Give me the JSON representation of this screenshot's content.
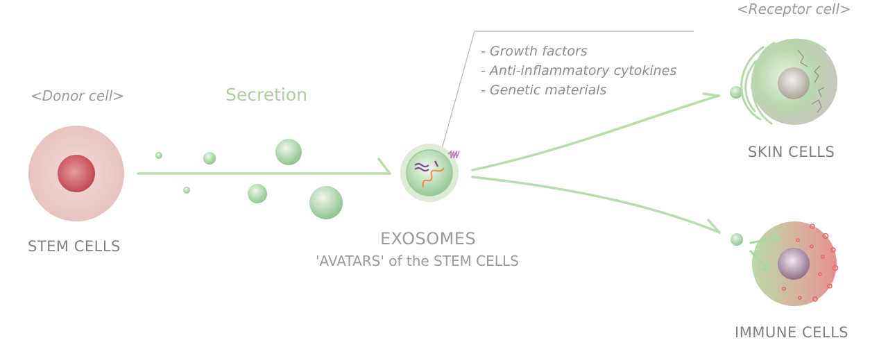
{
  "labels": {
    "donor": "<Donor cell>",
    "receptor": "<Receptor cell>",
    "secretion": "Secretion",
    "stem_cells": "STEM CELLS",
    "exosomes": "EXOSOMES",
    "exosomes_sub": "'AVATARS' of the STEM CELLS",
    "skin_cells": "SKIN CELLS",
    "immune_cells": "IMMUNE CELLS"
  },
  "cargo": [
    "- Growth factors",
    "- Anti-inflammatory cytokines",
    "- Genetic materials"
  ],
  "colors": {
    "green": "#a9d3a0",
    "green_dark": "#7fb88a",
    "stem_outer": "#e6c2bd",
    "stem_inner": "#c9555d",
    "skin_fill": "#cfcac2",
    "immune_nucleus": "#8a6d85",
    "immune_dots": "#e06a6a",
    "text": "#7d7d7d"
  }
}
